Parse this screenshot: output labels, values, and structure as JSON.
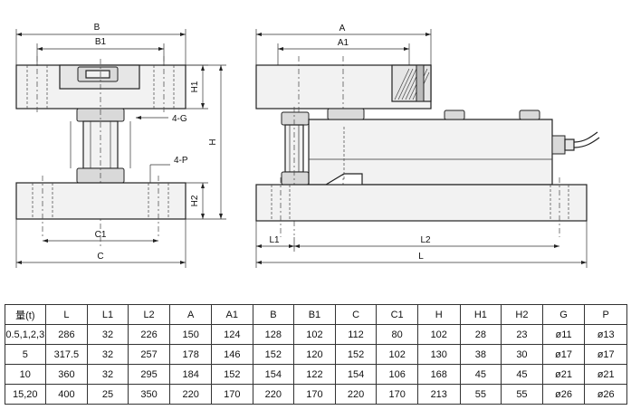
{
  "labels": {
    "left": {
      "B": "B",
      "B1": "B1",
      "H1": "H1",
      "G": "4-G",
      "H": "H",
      "P": "4-P",
      "H2": "H2",
      "C1": "C1",
      "C": "C"
    },
    "right": {
      "A": "A",
      "A1": "A1",
      "L1": "L1",
      "L2": "L2",
      "L": "L"
    }
  },
  "table": {
    "headers": [
      "量(t)",
      "L",
      "L1",
      "L2",
      "A",
      "A1",
      "B",
      "B1",
      "C",
      "C1",
      "H",
      "H1",
      "H2",
      "G",
      "P"
    ],
    "rows": [
      [
        "0.5,1,2,3",
        "286",
        "32",
        "226",
        "150",
        "124",
        "128",
        "102",
        "112",
        "80",
        "102",
        "28",
        "23",
        "ø11",
        "ø13"
      ],
      [
        "5",
        "317.5",
        "32",
        "257",
        "178",
        "146",
        "152",
        "120",
        "152",
        "102",
        "130",
        "38",
        "30",
        "ø17",
        "ø17"
      ],
      [
        "10",
        "360",
        "32",
        "295",
        "184",
        "152",
        "154",
        "122",
        "154",
        "106",
        "168",
        "45",
        "45",
        "ø21",
        "ø21"
      ],
      [
        "15,20",
        "400",
        "25",
        "350",
        "220",
        "170",
        "220",
        "170",
        "220",
        "170",
        "213",
        "55",
        "55",
        "ø26",
        "ø26"
      ]
    ]
  }
}
